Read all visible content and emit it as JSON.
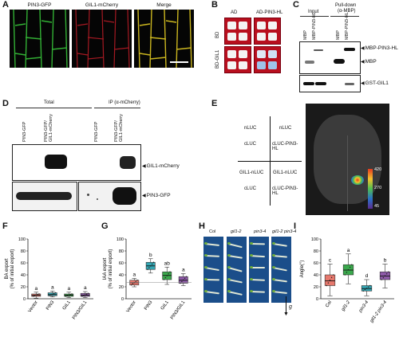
{
  "panels": {
    "A": "A",
    "B": "B",
    "C": "C",
    "D": "D",
    "E": "E",
    "F": "F",
    "G": "G",
    "H": "H",
    "I": "I"
  },
  "panelA": {
    "titles": [
      "PIN3-GFP",
      "GIL1-mCherry",
      "Merge"
    ]
  },
  "panelB": {
    "cols": [
      "AD",
      "AD-PIN3-HL"
    ],
    "rows": [
      "BD",
      "BD-GIL1"
    ]
  },
  "panelC": {
    "group_input": "Input",
    "group_pulldown": "Pull-down",
    "group_pulldown_sub": "(α-MBP)",
    "lanes": [
      "MBP",
      "MBP-PIN3-HL",
      "MBP",
      "MBP-PIN3-HL"
    ],
    "bands": [
      "MBP-PIN3-HL",
      "MBP",
      "GST-GIL1"
    ]
  },
  "panelD": {
    "group_total": "Total",
    "group_ip": "IP (α-mCherry)",
    "lanes": [
      "PIN3-GFP",
      "PIN3-GFP/ GIL1-mCherry",
      "PIN3-GFP",
      "PIN3-GFP/ GIL1-mCherry"
    ],
    "bands": [
      "GIL1-mCherry",
      "PIN3-GFP"
    ]
  },
  "panelE": {
    "grid": [
      [
        "nLUC",
        "nLUC"
      ],
      [
        "cLUC",
        "cLUC-PIN3-HL"
      ],
      [
        "GIL1-nLUC",
        "GIL1-nLUC"
      ],
      [
        "cLUC",
        "cLUC-PIN3-HL"
      ]
    ],
    "scale": [
      "420",
      "270",
      "45"
    ],
    "colors": [
      "#e43a1f",
      "#f6c12e",
      "#4fbf51",
      "#2a71c7",
      "#5b2c8f"
    ]
  },
  "panelF": {
    "chart_data": {
      "type": "box",
      "ylabel": "BA export\n(% of initial export)",
      "categories": [
        "Vector",
        "PIN3",
        "GIL1",
        "PIN3/GIL1"
      ],
      "colors": [
        "#e6786d",
        "#33a6b3",
        "#3aa84c",
        "#8e5aa8"
      ],
      "ylim": [
        0,
        100
      ],
      "yticks": [
        0,
        20,
        40,
        60,
        80,
        100
      ],
      "letters": [
        "a",
        "a",
        "a",
        "a"
      ],
      "boxes": [
        {
          "min": 1,
          "q1": 4,
          "median": 6,
          "q3": 8,
          "max": 11
        },
        {
          "min": 3,
          "q1": 5,
          "median": 7,
          "q3": 10,
          "max": 13
        },
        {
          "min": 2,
          "q1": 4,
          "median": 6,
          "q3": 8,
          "max": 11
        },
        {
          "min": 2,
          "q1": 4,
          "median": 6,
          "q3": 9,
          "max": 12
        }
      ]
    }
  },
  "panelG": {
    "chart_data": {
      "type": "box",
      "ylabel": "IAA export\n(% of initial export)",
      "categories": [
        "Vector",
        "PIN3",
        "GIL1",
        "PIN3/GIL1"
      ],
      "colors": [
        "#e6786d",
        "#33a6b3",
        "#3aa84c",
        "#8e5aa8"
      ],
      "ylim": [
        0,
        100
      ],
      "yticks": [
        0,
        20,
        40,
        60,
        80,
        100
      ],
      "letters": [
        "a",
        "b",
        "ab",
        "a"
      ],
      "boxes": [
        {
          "min": 20,
          "q1": 23,
          "median": 27,
          "q3": 31,
          "max": 34
        },
        {
          "min": 43,
          "q1": 49,
          "median": 55,
          "q3": 61,
          "max": 67
        },
        {
          "min": 24,
          "q1": 32,
          "median": 39,
          "q3": 45,
          "max": 53
        },
        {
          "min": 22,
          "q1": 26,
          "median": 31,
          "q3": 37,
          "max": 42
        }
      ]
    }
  },
  "panelH": {
    "genotypes": [
      "Col",
      "gil1-2",
      "pin3-4",
      "gil1-2 pin3-4"
    ],
    "g_label": "g"
  },
  "panelI": {
    "chart_data": {
      "type": "box",
      "ylabel": "Angle(°)",
      "categories": [
        "Col",
        "gil1-2",
        "pin3-4",
        "gil1-2 pin3-4"
      ],
      "colors": [
        "#e6786d",
        "#3aa84c",
        "#33a6b3",
        "#8e5aa8"
      ],
      "ylim": [
        0,
        100
      ],
      "yticks": [
        0,
        20,
        40,
        60,
        80,
        100
      ],
      "letters": [
        "c",
        "a",
        "d",
        "b"
      ],
      "boxes": [
        {
          "min": 5,
          "q1": 22,
          "median": 30,
          "q3": 40,
          "max": 58
        },
        {
          "min": 25,
          "q1": 40,
          "median": 48,
          "q3": 57,
          "max": 75
        },
        {
          "min": 5,
          "q1": 13,
          "median": 17,
          "q3": 22,
          "max": 32
        },
        {
          "min": 18,
          "q1": 32,
          "median": 38,
          "q3": 45,
          "max": 58
        }
      ]
    }
  }
}
